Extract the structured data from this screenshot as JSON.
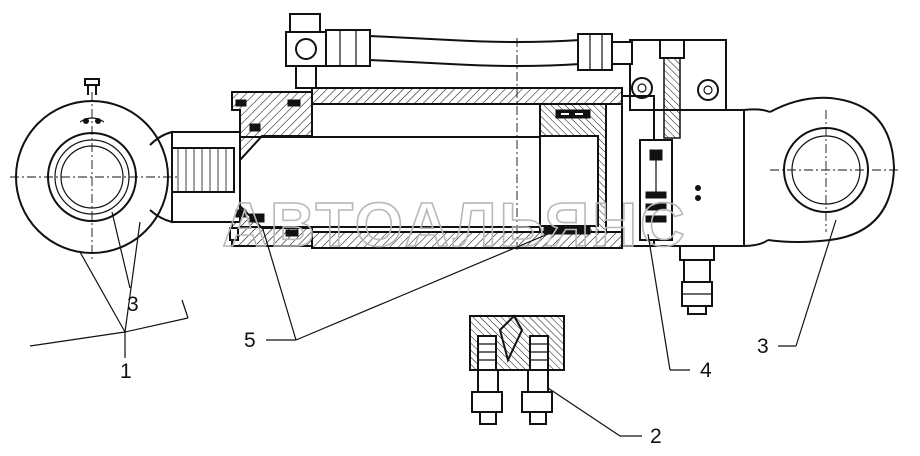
{
  "watermark": "АВТОАЛЬЯНС",
  "callouts": {
    "c1": "1",
    "c2": "2",
    "c3_left": "3",
    "c3_right": "3",
    "c4": "4",
    "c5": "5"
  },
  "colors": {
    "ink": "#111111",
    "watermark": "#b8b8b8",
    "paper": "#ffffff"
  }
}
